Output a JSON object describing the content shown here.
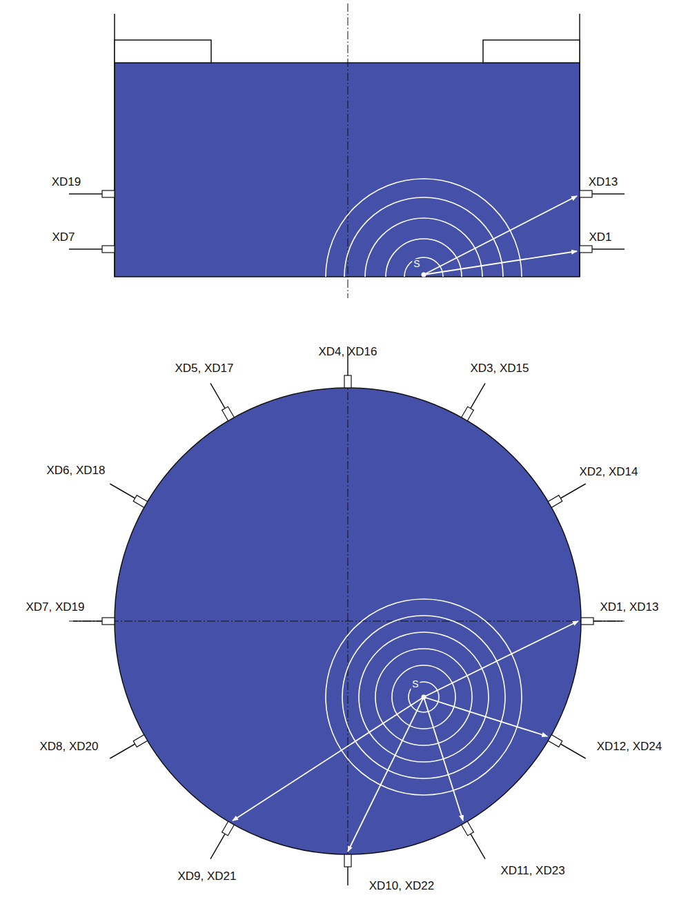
{
  "diagram": {
    "labels": [
      "XD19",
      "XD7",
      "XD13",
      "XD1",
      "S",
      "XD4, XD16",
      "XD3, XD15",
      "XD2, XD14",
      "XD1, XD13",
      "XD12, XD24",
      "XD11, XD23",
      "XD10, XD22",
      "XD9, XD21",
      "XD8, XD20",
      "XD7, XD19",
      "XD6, XD18",
      "XD5, XD17",
      "S"
    ]
  }
}
